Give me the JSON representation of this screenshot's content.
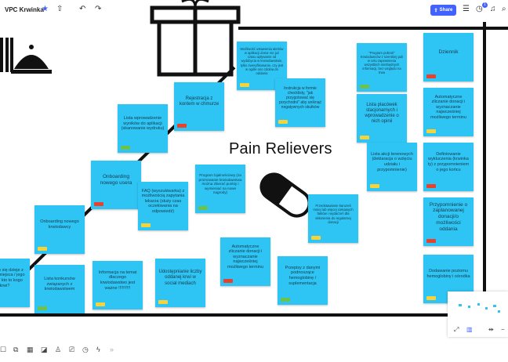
{
  "board": {
    "title": "VPC Krwinka"
  },
  "toolbar": {
    "share_label": "Share",
    "notification_count": "1",
    "icons": [
      "star-icon",
      "upload-icon",
      "undo-icon",
      "redo-icon",
      "settings-sliders-icon",
      "timer-icon",
      "bell-icon",
      "search-icon"
    ]
  },
  "canvas": {
    "section_title": "Pain Relievers",
    "notes": [
      {
        "text": "Możliwość ustawienia alertów w aplikacji donor nie już czasu upływanie od wydobycia w krwiodawstwie, tylko zweryfikowanie, czy jest w ogóle ono zdolna do oddania",
        "tag": "yellow"
      },
      {
        "text": "Instrukcja w formie checklisty, \"jak przygotować się przychodni\" aby uniknąć negatywnych skutków",
        "tag": "yellow"
      },
      {
        "text": "\"Program pobrań\" Krwiodawców z szerokiej puli w celu zapewnienia wszystkich niezbędnych informacji, bez względu na trwa",
        "tag": "green"
      },
      {
        "text": "Dziennik",
        "tag": "red"
      },
      {
        "text": "Lista wprowadzenie wyników do aplikacji (skanowanie wydruku)",
        "tag": "green"
      },
      {
        "text": "Rejestracja z kontem w chmurze",
        "tag": "red"
      },
      {
        "text": "Lista placówek stacjonarnych i wprowadzenie o nich opinii",
        "tag": "yellow"
      },
      {
        "text": "Automatyczne zliczanie donacji i wyznaczanie najwcześniej możliwego terminu",
        "tag": "yellow"
      },
      {
        "text": "Lista akcji terenowych (deklaracja o wzięciu udziału i przypomnienie)",
        "tag": "yellow"
      },
      {
        "text": "Onboarding nowego usera",
        "tag": "red"
      },
      {
        "text": "Program lojalnościowy (za promowanie krwiodawstwa można zbierać punkty i wymieniać na nowe nagrody)",
        "tag": "green"
      },
      {
        "text": "FAQ (wyszukiwarka) z możliwością zapytania lekarza (służy czas oczekiwania na odpowiedź)",
        "tag": "yellow"
      },
      {
        "text": "Definiowanie wykluczenia (krwinka ty) z przypomnieniem o jego końcu",
        "tag": "red"
      },
      {
        "text": "Przedstawianie karuzeli mniej lub więcej ciekawych faktów i wydarzeń dla skłonienia do regularnej donacji",
        "tag": "yellow"
      },
      {
        "text": "Onboarding nowego krwiodawcy",
        "tag": "yellow"
      },
      {
        "text": "Przypomnienie o zaplanowanej donacji/o możliwości oddania",
        "tag": "red"
      },
      {
        "text": "Automatyczne zliczanie donacji i wyznaczanie najwcześniej możliwego terminu",
        "tag": "red"
      },
      {
        "text": "Udostępnianie liczby oddanej krwi w social mediach",
        "tag": "yellow"
      },
      {
        "text": "Informacja na temat dlaczego krwiodawstwo jest ważne !!!!!!!!!!",
        "tag": "yellow"
      },
      {
        "text": "Lista konkursów związanych z krwiodawstwem",
        "tag": "green"
      },
      {
        "text": "Przepisy z danymi podnoszące hemoglobinę / suplementacja",
        "tag": "green"
      },
      {
        "text": "Dodawanie poziomu hemoglobiny i ośrodka",
        "tag": "yellow"
      },
      {
        "text": "Lista co się dzieje z krwią / miejsca / jego czyny / kto to kogo krwi?",
        "tag": "green"
      }
    ]
  },
  "bottom_toolbar": {
    "icons": [
      "comment-icon",
      "frame-icon",
      "grid-icon",
      "shape-icon",
      "like-icon",
      "video-icon",
      "timer-icon",
      "lightning-icon",
      "more-icon"
    ]
  },
  "minimap": {
    "icons": [
      "expand-icon",
      "map-icon",
      "fit-icon",
      "zoom-out-icon"
    ]
  }
}
